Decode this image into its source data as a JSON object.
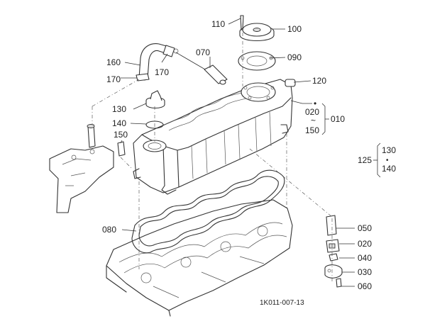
{
  "figure_code": "1K011-007-13",
  "callouts": {
    "p110": "110",
    "p100": "100",
    "p070": "070",
    "p090": "090",
    "p160": "160",
    "p170a": "170",
    "p170b": "170",
    "p120": "120",
    "p020": "020",
    "p010": "010",
    "p150a": "150",
    "p130": "130",
    "p140": "140",
    "p150": "150",
    "p125": "125",
    "p125_130": "130",
    "p125_140": "140",
    "p080": "080",
    "p050": "050",
    "p020b": "020",
    "p040": "040",
    "p030": "030",
    "p060": "060"
  },
  "range_symbol": "~",
  "dot_symbol": "•"
}
